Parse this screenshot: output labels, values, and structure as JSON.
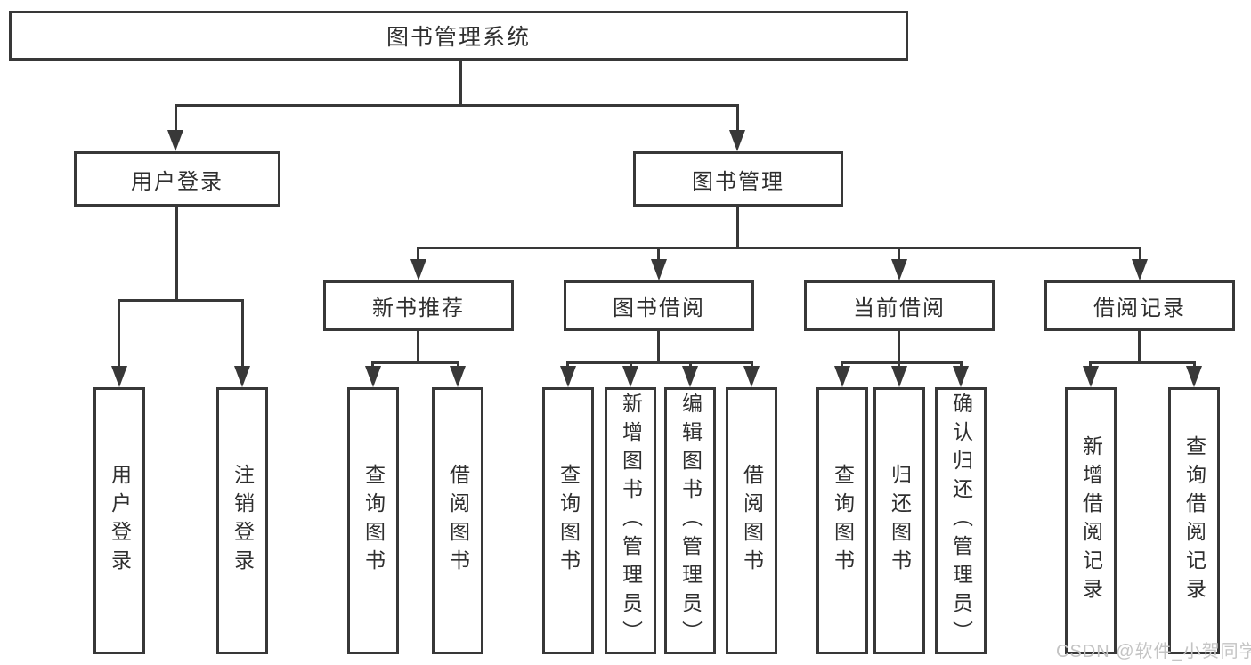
{
  "tree": {
    "label": "图书管理系统",
    "children": [
      {
        "label": "用户登录",
        "children": [
          {
            "label": "用户登录"
          },
          {
            "label": "注销登录"
          }
        ]
      },
      {
        "label": "图书管理",
        "children": [
          {
            "label": "新书推荐",
            "children": [
              {
                "label": "查询图书"
              },
              {
                "label": "借阅图书"
              }
            ]
          },
          {
            "label": "图书借阅",
            "children": [
              {
                "label": "查询图书"
              },
              {
                "label": "新增图书（管理员）"
              },
              {
                "label": "编辑图书（管理员）"
              },
              {
                "label": "借阅图书"
              }
            ]
          },
          {
            "label": "当前借阅",
            "children": [
              {
                "label": "查询图书"
              },
              {
                "label": "归还图书"
              },
              {
                "label": "确认归还（管理员）"
              }
            ]
          },
          {
            "label": "借阅记录",
            "children": [
              {
                "label": "新增借阅记录"
              },
              {
                "label": "查询借阅记录"
              }
            ]
          }
        ]
      }
    ]
  },
  "watermark": "CSDN @软件_小贺同学",
  "colors": {
    "line": "#383838",
    "text": "#2f2f2f",
    "background": "#ffffff",
    "watermark": "#c4c4c4"
  }
}
